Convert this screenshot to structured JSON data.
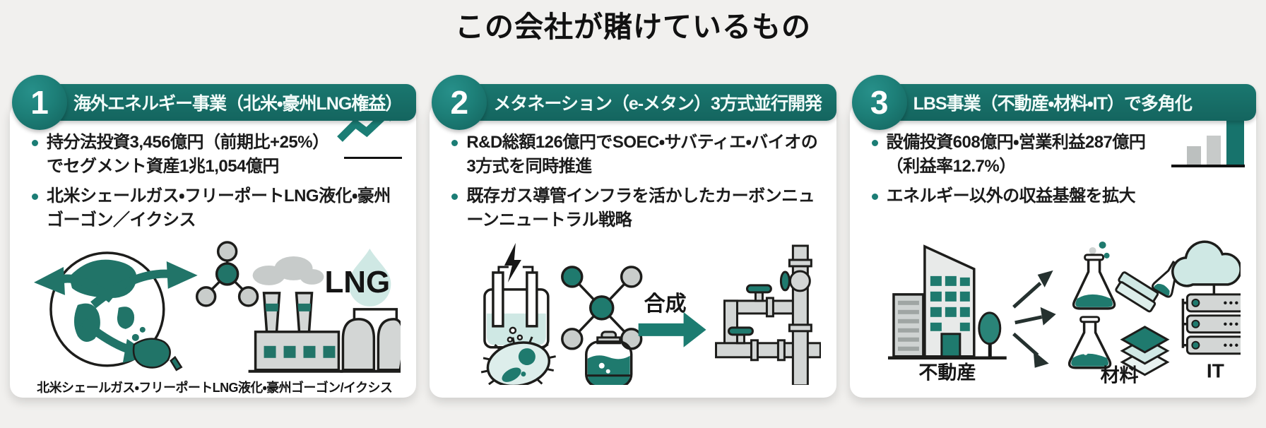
{
  "title": "この会社が賭けているもの",
  "colors": {
    "teal_header": "#17706a",
    "teal_badge_circle": "#1d7f78",
    "teal_illustration": "#217468",
    "teal_light": "#cfe8e4",
    "gray_fill": "#c9cdcb",
    "background": "#f1f0ee",
    "ink": "#1b1b1b"
  },
  "cards": [
    {
      "number": "1",
      "header": "海外エネルギー事業（北米・豪州LNG権益）",
      "bullets": [
        "持分法投資3,456億円（前期比+25%）でセグメント資産1兆1,054億円",
        "北米シェールガス・フリーポートLNG液化・豪州ゴーゴン／イクシス"
      ],
      "stat_badge": "+25%",
      "illo_labels": {
        "lng": "LNG"
      },
      "caption": "北米シェールガス・フリーポートLNG液化・豪州ゴーゴン/イクシス"
    },
    {
      "number": "2",
      "header": "メタネーション（e-メタン）3方式並行開発",
      "bullets": [
        "R&D総額126億円でSOEC・サバティエ・バイオの3方式を同時推進",
        "既存ガス導管インフラを活かしたカーボンニューンニュートラル戦略"
      ],
      "illo_labels": {
        "arrow": "合成"
      }
    },
    {
      "number": "3",
      "header": "LBS事業（不動産・材料・IT）で多角化",
      "bullets": [
        "設備投資608億円・営業利益287億円（利益率12.7%）",
        "エネルギー以外の収益基盤を拡大"
      ],
      "stat_badge": "12.7%",
      "illo_labels": {
        "realestate": "不動産",
        "materials": "材料",
        "it": "IT"
      }
    }
  ]
}
